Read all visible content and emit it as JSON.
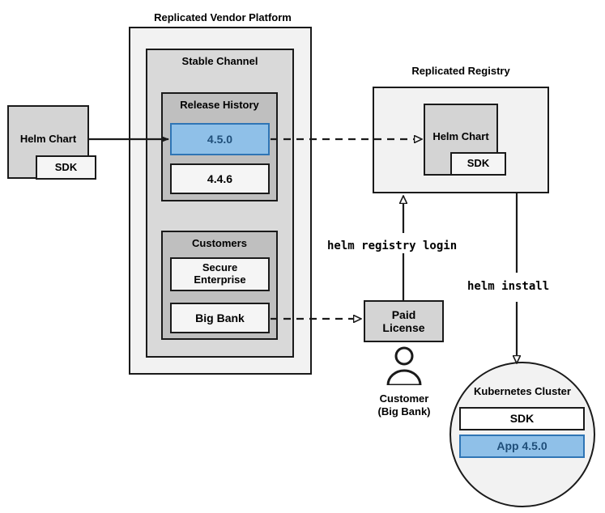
{
  "diagram": {
    "title_platform": "Replicated Vendor Platform",
    "title_registry": "Replicated Registry"
  },
  "platform": {
    "label": "Replicated Vendor Platform",
    "channel": {
      "label": "Stable Channel",
      "release_history": {
        "label": "Release History",
        "releases": [
          {
            "version": "4.5.0",
            "highlighted": true
          },
          {
            "version": "4.4.6",
            "highlighted": false
          }
        ]
      },
      "customers": {
        "label": "Customers",
        "items": [
          {
            "name": "Secure\nEnterprise",
            "line1": "Secure",
            "line2": "Enterprise"
          },
          {
            "name": "Big Bank",
            "line1": "Big Bank",
            "line2": ""
          }
        ]
      }
    }
  },
  "source_chart": {
    "label": "Helm Chart",
    "sdk_label": "SDK"
  },
  "registry": {
    "label": "Replicated Registry",
    "chart_label": "Helm Chart",
    "sdk_label": "SDK"
  },
  "license": {
    "line1": "Paid",
    "line2": "License"
  },
  "customer_actor": {
    "icon": "person-icon",
    "line1": "Customer",
    "line2": "(Big Bank)"
  },
  "cluster": {
    "label": "Kubernetes Cluster",
    "sdk_label": "SDK",
    "app_label": "App 4.5.0"
  },
  "commands": {
    "registry_login": "helm registry login",
    "install": "helm install"
  },
  "colors": {
    "accent_blue_fill": "#8fc0e8",
    "accent_blue_border": "#2f75b5",
    "accent_blue_text": "#1f4e79",
    "outline": "#1a1a1a",
    "level0": "#f2f2f2",
    "level1": "#d9d9d9",
    "level2": "#bfbfbf",
    "box_white": "#f5f5f5",
    "box_gray": "#d4d4d4"
  }
}
